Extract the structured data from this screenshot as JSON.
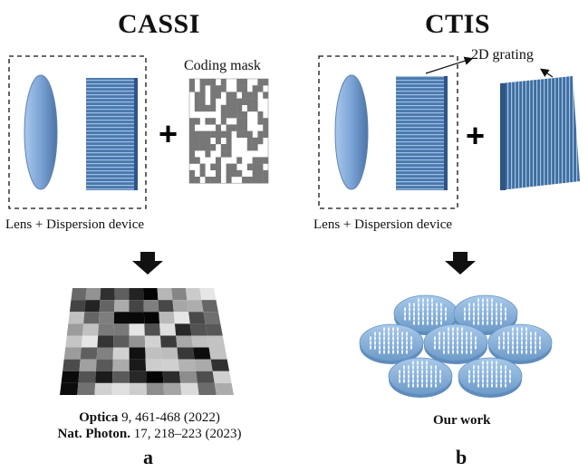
{
  "titles": {
    "left": "CASSI",
    "right": "CTIS"
  },
  "labels": {
    "coding_mask": "Coding mask",
    "grating_2d": "2D grating",
    "left_device": "Lens + Dispersion device",
    "right_device": "Lens + Dispersion device",
    "our_work": "Our work"
  },
  "references": [
    {
      "journal": "Optica",
      "detail": " 9, 461-468 (2022)"
    },
    {
      "journal": "Nat. Photon.",
      "detail": " 17, 218–223 (2023)"
    }
  ],
  "panel_letters": {
    "left": "a",
    "right": "b"
  },
  "colors": {
    "lens": "#7fa7d8",
    "grating": "#4a78ad",
    "metasurface": "#8eb6de",
    "arrow": "#111111"
  }
}
